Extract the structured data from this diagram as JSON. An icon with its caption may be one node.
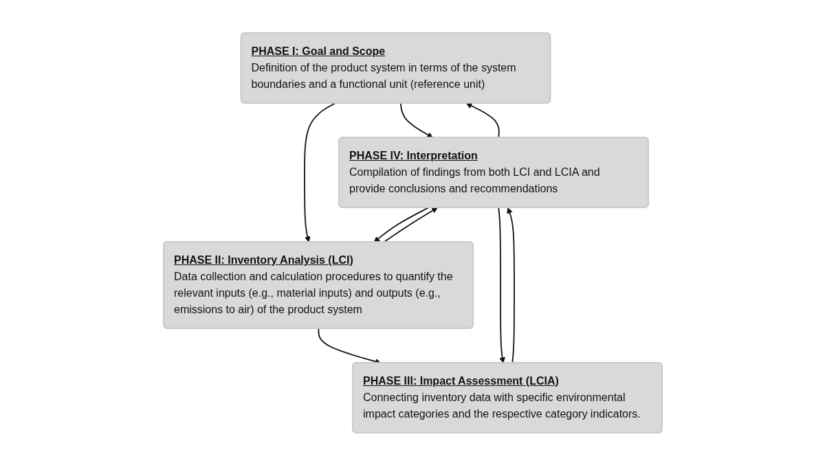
{
  "diagram": {
    "nodes": [
      {
        "text": [
          "PHASE I: Goal and Scope",
          "Definition of the product system in terms of the system boundaries and a functional unit (reference unit)"
        ]
      },
      {
        "text": [
          "PHASE II: Inventory Analysis (LCI)",
          "Data collection and calculation procedures to quantify the relevant inputs (e.g., material inputs) and outputs (e.g., emissions to air) of the product system"
        ]
      },
      {
        "text": [
          "PHASE III: Impact Assessment (LCIA)",
          "Connecting inventory data with specific environmental impact categories and the respective category indicators."
        ]
      },
      {
        "text": [
          "PHASE IV: Interpretation",
          "Compilation of findings from both LCI and LCIA and provide conclusions and recommendations"
        ]
      }
    ],
    "edges": [
      {
        "from": 3,
        "to": 0,
        "arrow": "to"
      },
      {
        "from": 0,
        "to": 3,
        "arrow": "to"
      },
      {
        "from": 0,
        "to": 1,
        "arrow": "to"
      },
      {
        "from": 3,
        "to": 1,
        "arrow": "to"
      },
      {
        "from": 1,
        "to": 3,
        "arrow": "to"
      },
      {
        "from": 1,
        "to": 2,
        "arrow": "to"
      },
      {
        "from": 3,
        "to": 2,
        "arrow": "to"
      },
      {
        "from": 2,
        "to": 3,
        "arrow": "to"
      }
    ]
  }
}
